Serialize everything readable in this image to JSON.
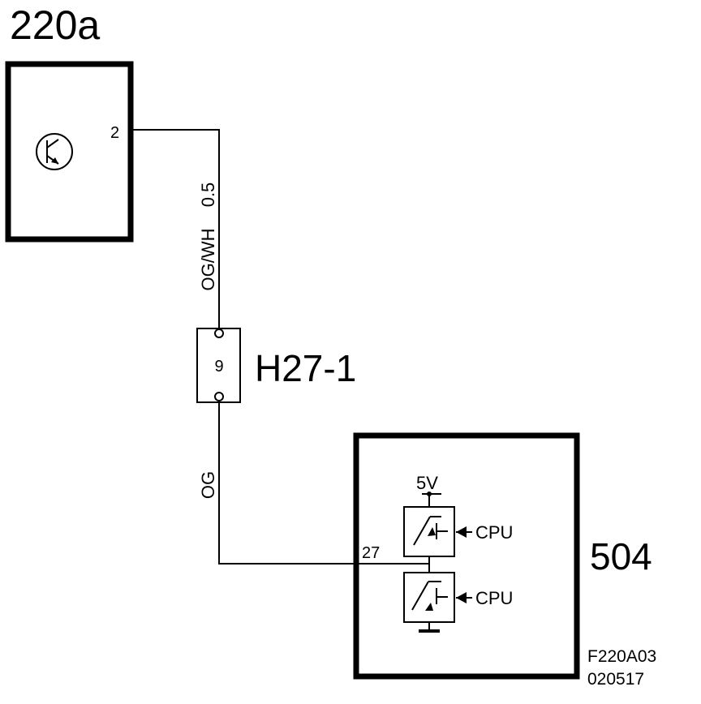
{
  "components": {
    "sensor": {
      "id": "220a",
      "pin": "2"
    },
    "connector": {
      "id": "H27-1",
      "pin": "9"
    },
    "control_module": {
      "id": "504",
      "pin": "27",
      "supply": "5V",
      "cpu_top": "CPU",
      "cpu_bottom": "CPU"
    }
  },
  "wires": {
    "upper": {
      "color": "OG/WH",
      "size": "0.5"
    },
    "lower": {
      "color": "OG"
    }
  },
  "figure_code": {
    "line1": "F220A03",
    "line2": "020517"
  },
  "icons": [
    "transistor-symbol-icon",
    "switch-transistor-icon",
    "ground-icon",
    "arrow-left-icon"
  ]
}
